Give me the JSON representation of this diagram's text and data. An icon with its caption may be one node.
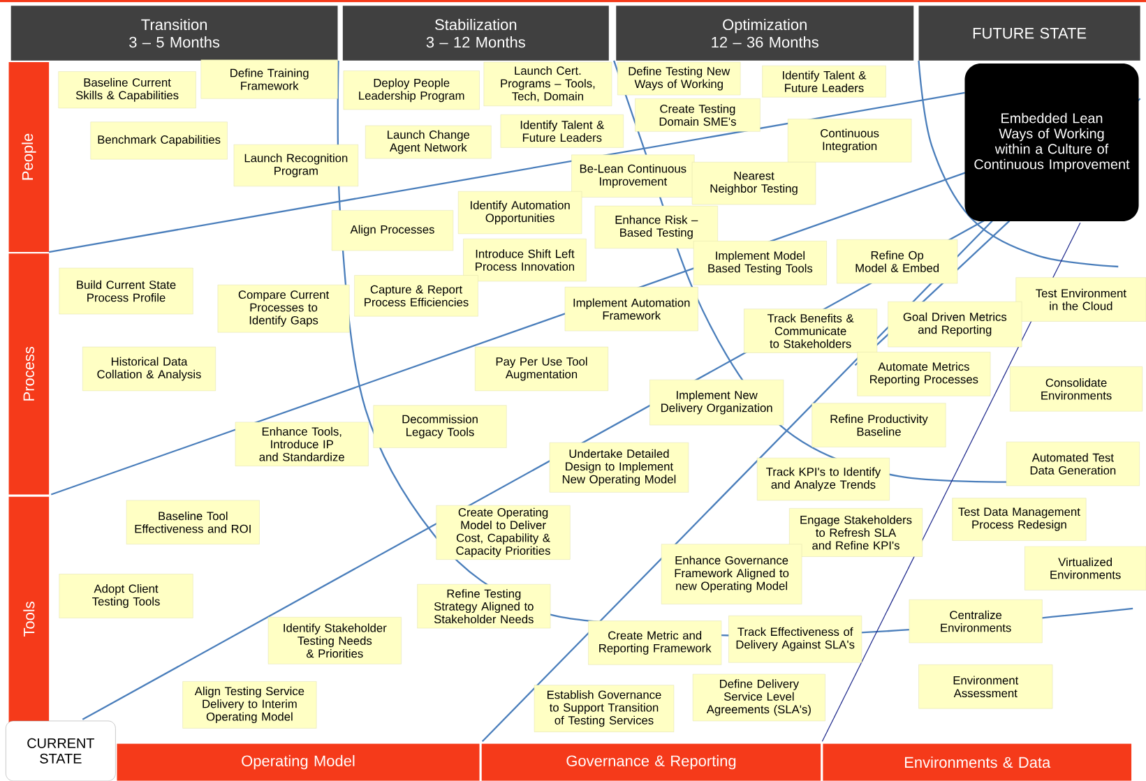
{
  "diagram": {
    "nodes": [
      {
        "text": [
          "Transition",
          "3 – 5 Months"
        ]
      },
      {
        "text": [
          "Stabilization",
          "3 – 12 Months"
        ]
      },
      {
        "text": [
          "Optimization",
          "12 – 36 Months"
        ]
      },
      {
        "text": [
          "FUTURE STATE"
        ]
      },
      {
        "text": [
          "People"
        ]
      },
      {
        "text": [
          "Process"
        ]
      },
      {
        "text": [
          "Tools"
        ]
      },
      {
        "text": [
          "Embedded Lean Ways of Working within a Culture of Continuous Improvement"
        ]
      },
      {
        "text": [
          "Baseline Current Skills & Capabilities"
        ]
      },
      {
        "text": [
          "Define Training Framework"
        ]
      },
      {
        "text": [
          "Benchmark Capabilities"
        ]
      },
      {
        "text": [
          "Launch Recognition Program"
        ]
      },
      {
        "text": [
          "Deploy People Leadership Program"
        ]
      },
      {
        "text": [
          "Launch Cert. Programs – Tools, Tech, Domain"
        ]
      },
      {
        "text": [
          "Launch Change Agent Network"
        ]
      },
      {
        "text": [
          "Identify Talent & Future Leaders"
        ]
      },
      {
        "text": [
          "Define Testing New Ways of Working"
        ]
      },
      {
        "text": [
          "Identify Talent & Future Leaders"
        ]
      },
      {
        "text": [
          "Create Testing Domain SME's"
        ]
      },
      {
        "text": [
          "Continuous Integration"
        ]
      },
      {
        "text": [
          "Be-Lean Continuous Improvement"
        ]
      },
      {
        "text": [
          "Nearest Neighbor Testing"
        ]
      },
      {
        "text": [
          "Identify Automation Opportunities"
        ]
      },
      {
        "text": [
          "Align Processes"
        ]
      },
      {
        "text": [
          "Enhance Risk – Based Testing"
        ]
      },
      {
        "text": [
          "Introduce Shift Left Process Innovation"
        ]
      },
      {
        "text": [
          "Implement Model Based Testing Tools"
        ]
      },
      {
        "text": [
          "Refine Op Model & Embed"
        ]
      },
      {
        "text": [
          "Build Current State Process Profile"
        ]
      },
      {
        "text": [
          "Compare Current Processes to Identify Gaps"
        ]
      },
      {
        "text": [
          "Capture & Report Process Efficiencies"
        ]
      },
      {
        "text": [
          "Implement Automation Framework"
        ]
      },
      {
        "text": [
          "Test Environment in the Cloud"
        ]
      },
      {
        "text": [
          "Track Benefits & Communicate to Stakeholders"
        ]
      },
      {
        "text": [
          "Goal Driven Metrics and Reporting"
        ]
      },
      {
        "text": [
          "Historical Data Collation & Analysis"
        ]
      },
      {
        "text": [
          "Pay Per Use Tool Augmentation"
        ]
      },
      {
        "text": [
          "Automate Metrics Reporting Processes"
        ]
      },
      {
        "text": [
          "Consolidate Environments"
        ]
      },
      {
        "text": [
          "Implement New Delivery Organization"
        ]
      },
      {
        "text": [
          "Refine Productivity Baseline"
        ]
      },
      {
        "text": [
          "Enhance Tools, Introduce IP and Standardize"
        ]
      },
      {
        "text": [
          "Decommission Legacy Tools"
        ]
      },
      {
        "text": [
          "Undertake Detailed Design to Implement New Operating Model"
        ]
      },
      {
        "text": [
          "Automated Test Data Generation"
        ]
      },
      {
        "text": [
          "Track KPI's to Identify and Analyze Trends"
        ]
      },
      {
        "text": [
          "Baseline Tool Effectiveness and ROI"
        ]
      },
      {
        "text": [
          "Test Data Management Process Redesign"
        ]
      },
      {
        "text": [
          "Create Operating Model to Deliver Cost, Capability & Capacity Priorities"
        ]
      },
      {
        "text": [
          "Engage Stakeholders to Refresh SLA and Refine KPI's"
        ]
      },
      {
        "text": [
          "Enhance Governance Framework Aligned to new Operating Model"
        ]
      },
      {
        "text": [
          "Virtualized Environments"
        ]
      },
      {
        "text": [
          "Adopt Client Testing Tools"
        ]
      },
      {
        "text": [
          "Refine Testing Strategy Aligned to Stakeholder Needs"
        ]
      },
      {
        "text": [
          "Centralize Environments"
        ]
      },
      {
        "text": [
          "Identify Stakeholder Testing Needs & Priorities"
        ]
      },
      {
        "text": [
          "Create Metric and Reporting Framework"
        ]
      },
      {
        "text": [
          "Track Effectiveness of Delivery Against SLA's"
        ]
      },
      {
        "text": [
          "Environment Assessment"
        ]
      },
      {
        "text": [
          "Align Testing Service Delivery to Interim Operating Model"
        ]
      },
      {
        "text": [
          "Establish Governance to Support Transition of Testing Services"
        ]
      },
      {
        "text": [
          "Define Delivery Service Level Agreements (SLA's)"
        ]
      },
      {
        "text": [
          "CURRENT STATE"
        ]
      },
      {
        "text": [
          "Operating Model"
        ]
      },
      {
        "text": [
          "Governance & Reporting"
        ]
      },
      {
        "text": [
          "Environments & Data"
        ]
      }
    ]
  }
}
